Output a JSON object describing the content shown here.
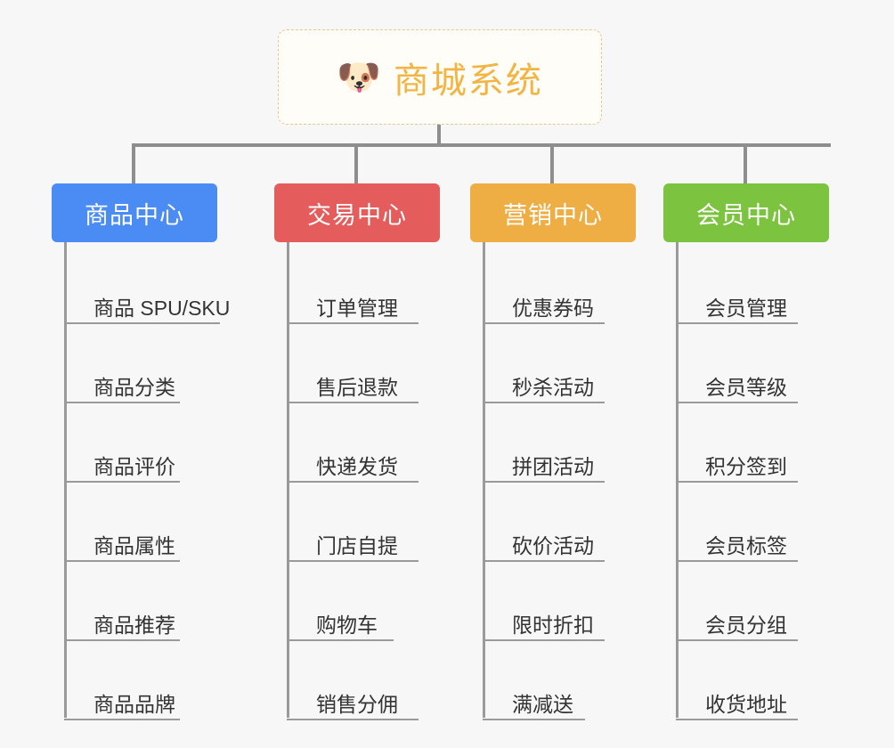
{
  "background_color": "#f7f7f7",
  "root": {
    "icon": "shiba-dog-emoji",
    "emoji": "🐶",
    "title": "商城系统",
    "border_color": "#eec489",
    "text_color": "#f2b544",
    "background_color": "#fffdf8"
  },
  "connector_color": "#8e8e8e",
  "columns": [
    {
      "id": "product-center",
      "label": "商品中心",
      "color": "#4b8bf4",
      "items": [
        "商品 SPU/SKU",
        "商品分类",
        "商品评价",
        "商品属性",
        "商品推荐",
        "商品品牌"
      ]
    },
    {
      "id": "trade-center",
      "label": "交易中心",
      "color": "#e55c5c",
      "items": [
        "订单管理",
        "售后退款",
        "快递发货",
        "门店自提",
        "购物车",
        "销售分佣"
      ]
    },
    {
      "id": "marketing-center",
      "label": "营销中心",
      "color": "#eeae44",
      "items": [
        "优惠券码",
        "秒杀活动",
        "拼团活动",
        "砍价活动",
        "限时折扣",
        "满减送"
      ]
    },
    {
      "id": "member-center",
      "label": "会员中心",
      "color": "#7cc33f",
      "items": [
        "会员管理",
        "会员等级",
        "积分签到",
        "会员标签",
        "会员分组",
        "收货地址"
      ]
    }
  ]
}
